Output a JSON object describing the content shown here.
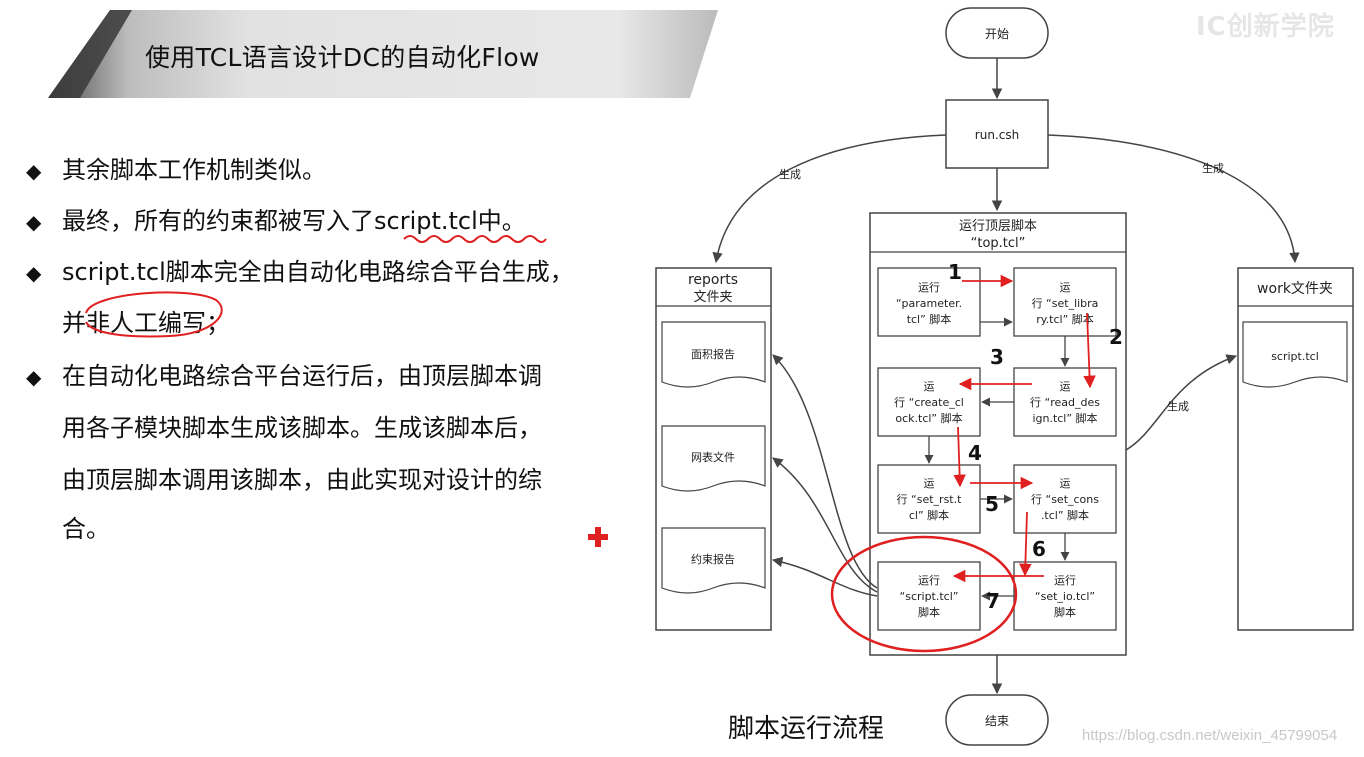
{
  "slide": {
    "title": "使用TCL语言设计DC的自动化Flow",
    "logo": "IC创新学院",
    "bullets": [
      {
        "text": "其余脚本工作机制类似。"
      },
      {
        "text": "最终，所有的约束都被写入了script.tcl中。"
      },
      {
        "text": "script.tcl脚本完全由自动化电路综合平台生成，",
        "cont": [
          "并非人工编写；"
        ]
      },
      {
        "text": "在自动化电路综合平台运行后，由顶层脚本调",
        "cont": [
          "用各子模块脚本生成该脚本。生成该脚本后，",
          "由顶层脚本调用该脚本，由此实现对设计的综",
          "合。"
        ]
      }
    ],
    "caption": "脚本运行流程",
    "url": "https://blog.csdn.net/weixin_45799054",
    "bullet_symbol": "◆"
  },
  "diagram": {
    "start": "开始",
    "end": "结束",
    "run": "run.csh",
    "generate_label": "生成",
    "top": {
      "line1": "运行顶层脚本",
      "line2": "“top.tcl”"
    },
    "reports": {
      "line1": "reports",
      "line2": "文件夹"
    },
    "work": "work文件夹",
    "docs": [
      "面积报告",
      "网表文件",
      "约束报告"
    ],
    "work_doc": "script.tcl",
    "steps": [
      {
        "lines": [
          "运行",
          "“parameter.",
          "tcl” 脚本"
        ]
      },
      {
        "lines": [
          "运",
          "行 “set_libra",
          "ry.tcl” 脚本"
        ]
      },
      {
        "lines": [
          "运",
          "行 “create_cl",
          "ock.tcl” 脚本"
        ]
      },
      {
        "lines": [
          "运",
          "行 “read_des",
          "ign.tcl” 脚本"
        ]
      },
      {
        "lines": [
          "运",
          "行 “set_rst.t",
          "cl” 脚本"
        ]
      },
      {
        "lines": [
          "运",
          "行 “set_cons",
          ".tcl” 脚本"
        ]
      },
      {
        "lines": [
          "运行",
          "“script.tcl”",
          "脚本"
        ]
      },
      {
        "lines": [
          "运行",
          "“set_io.tcl”",
          "脚本"
        ]
      }
    ],
    "order_numbers": [
      "1",
      "2",
      "3",
      "4",
      "5",
      "6",
      "7"
    ]
  },
  "colors": {
    "annotation_red": "#e02020",
    "line_gray": "#444444",
    "banner_gray": "#d4d4d4"
  }
}
